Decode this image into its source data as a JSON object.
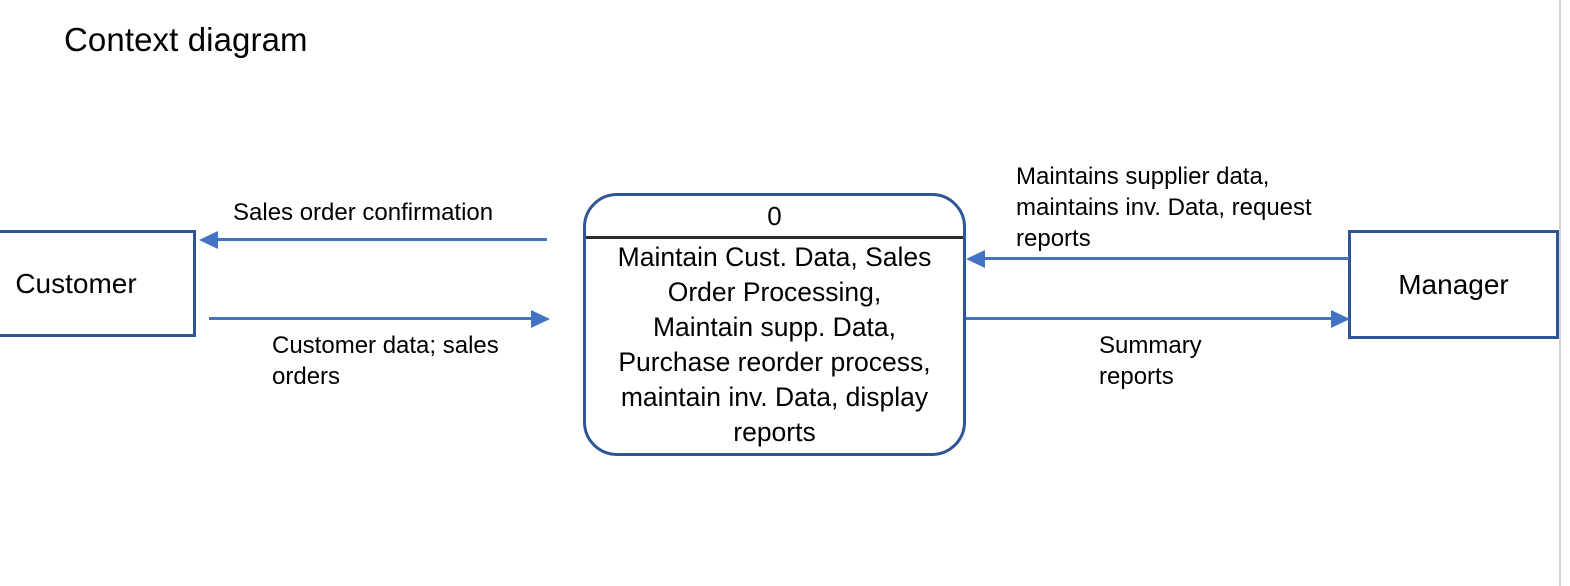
{
  "title": "Context diagram",
  "diagram": {
    "type": "context-data-flow-diagram",
    "entities": [
      {
        "id": "customer",
        "label": "Customer"
      },
      {
        "id": "manager",
        "label": "Manager"
      }
    ],
    "process": {
      "number": "0",
      "label": "Maintain Cust. Data, Sales\nOrder Processing,\nMaintain supp. Data,\nPurchase reorder process,\nmaintain inv. Data, display\nreports"
    },
    "flows": [
      {
        "id": "sales-order-confirmation",
        "label": "Sales order confirmation",
        "from": "process",
        "to": "customer",
        "direction": "left"
      },
      {
        "id": "customer-data-sales-orders",
        "label": "Customer data; sales\norders",
        "from": "customer",
        "to": "process",
        "direction": "right"
      },
      {
        "id": "maintains-supplier-data",
        "label": "Maintains supplier data,\nmaintains inv. Data, request\nreports",
        "from": "manager",
        "to": "process",
        "direction": "left"
      },
      {
        "id": "summary-reports",
        "label": "Summary\nreports",
        "from": "process",
        "to": "manager",
        "direction": "right"
      }
    ]
  },
  "colors": {
    "entity_border": "#2f5597",
    "process_border": "#2f5597",
    "flow": "#4472c4",
    "divider": "#2b2b2b",
    "text": "#000000",
    "background": "#ffffff"
  }
}
